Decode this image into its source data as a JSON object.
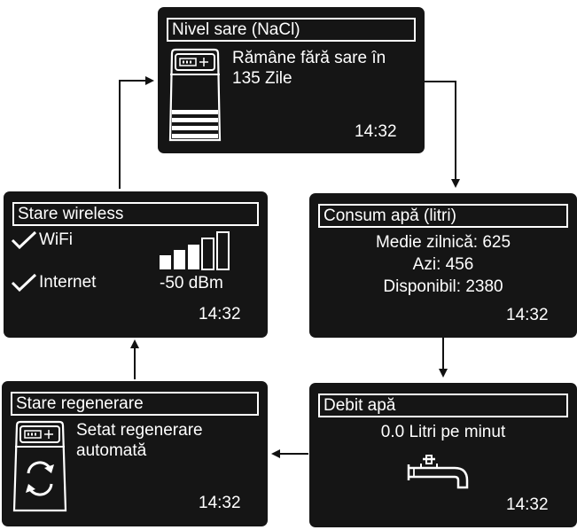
{
  "salt": {
    "title": "Nivel sare (NaCl)",
    "line1": "Rămâne fără sare în",
    "line2": "135 Zile",
    "time": "14:32"
  },
  "water": {
    "title": "Consum apă (litri)",
    "line1": "Medie zilnică: 625",
    "line2": "Azi: 456",
    "line3": "Disponibil: 2380",
    "time": "14:32"
  },
  "flow": {
    "title": "Debit apă",
    "line1": "0.0 Litri pe minut",
    "time": "14:32"
  },
  "regen": {
    "title": "Stare regenerare",
    "line1": "Setat regenerare",
    "line2": "automată",
    "time": "14:32"
  },
  "wireless": {
    "title": "Stare wireless",
    "wifi": "WiFi",
    "internet": "Internet",
    "signal": "-50 dBm",
    "time": "14:32"
  },
  "colors": {
    "screen": "#151515",
    "text": "#ffffff",
    "arrow": "#111111"
  }
}
